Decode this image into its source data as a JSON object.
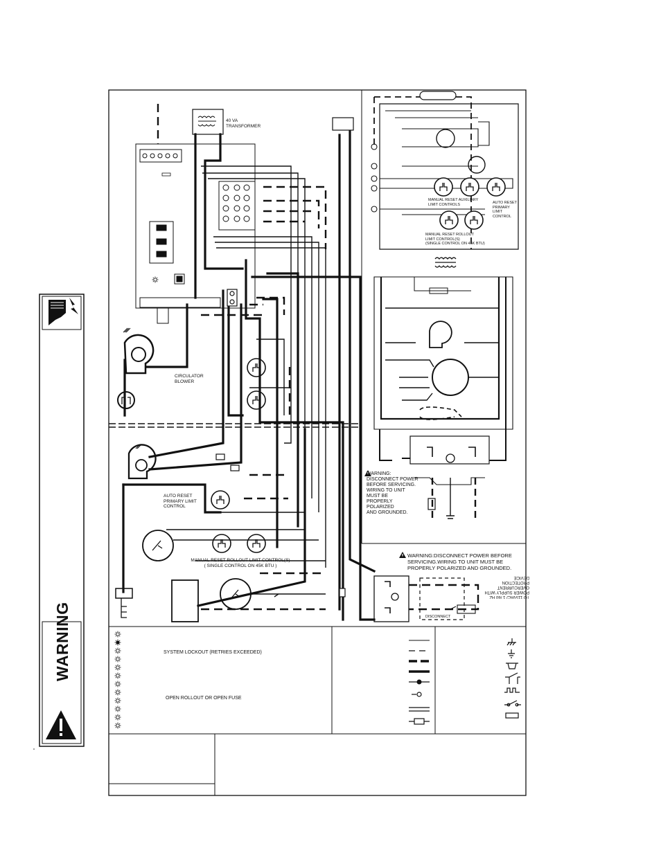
{
  "warning_tag": {
    "word": "WARNING",
    "hazard_icon": "electrical-shock-hand-icon",
    "alert_icon": "exclamation-triangle-icon"
  },
  "upper_left": {
    "transformer_label": "40 VA\nTRANSFORMER",
    "blower_label": "CIRCULATOR\nBLOWER",
    "auto_reset_label": "AUTO RESET\nPRIMARY LIMIT\nCONTROL",
    "manual_rollout_label": "MANUAL RESET ROLLOUT LIMIT CONTROL(S)\n( SINGLE CONTROL ON 45K BTU )"
  },
  "ladder": {
    "manual_aux_label": "MANUAL RESET AUXILIARY\nLIMIT CONTROLS",
    "auto_primary_label": "AUTO RESET\nPRIMARY\nLIMIT\nCONTROL",
    "manual_rollout_label": "MANUAL RESET ROLLOUT\nLIMIT CONTROL(S)\n(SINGLE CONTROL ON 45K BTU)"
  },
  "warnings": {
    "ladder_warning": "WARNING:\nDISCONNECT POWER\nBEFORE SERVICING.\nWIRING TO UNIT\nMUST BE\nPROPERLY\nPOLARIZED\nAND GROUNDED.",
    "main_warning": "WARNING:DISCONNECT POWER BEFORE\nSERVICING.WIRING TO UNIT MUST BE\nPROPERLY POLARIZED AND GROUNDED.",
    "power_supply_label": "TO 115VAC/ 1 /60 HZ\nPOWER SUPPLY WITH\nOVERCURRENT PROTECTION\nDEVICE",
    "disconnect_label": "DISCONNECT"
  },
  "legend": {
    "lockout": "SYSTEM LOCKOUT (RETRIES EXCEEDED)",
    "rollout": "OPEN ROLLOUT OR OPEN FUSE"
  },
  "colors": {
    "line": "#111111",
    "background": "#ffffff"
  }
}
